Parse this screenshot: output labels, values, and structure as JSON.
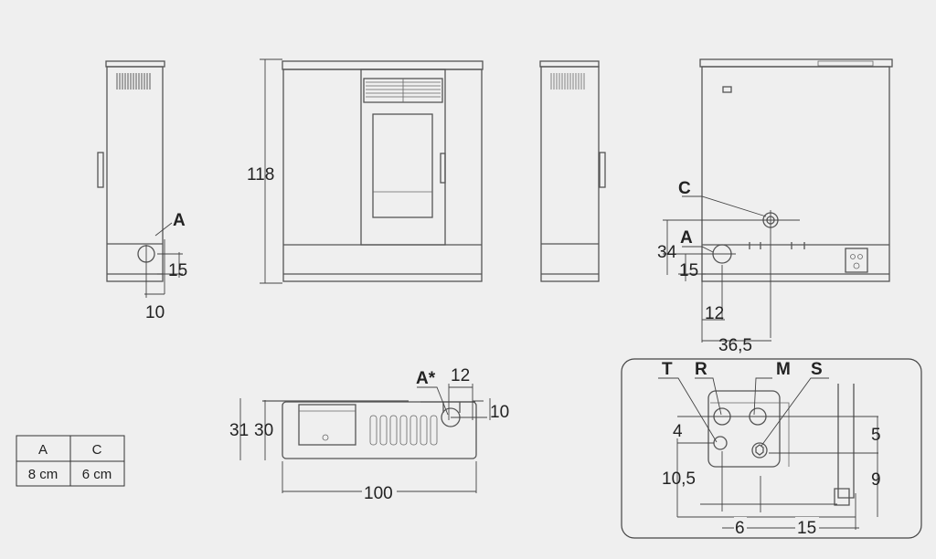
{
  "side_view_left": {
    "label_a": "A",
    "dim_height": "15",
    "dim_offset": "10"
  },
  "front_view": {
    "dim_height": "118"
  },
  "rear_view": {
    "label_c": "C",
    "label_a": "A",
    "dim_34": "34",
    "dim_15": "15",
    "dim_12": "12",
    "dim_36_5": "36,5"
  },
  "top_view": {
    "label_a_star": "A*",
    "dim_12": "12",
    "dim_10": "10",
    "dim_31": "31",
    "dim_30": "30",
    "dim_100": "100"
  },
  "diameter_table": {
    "headers": [
      "A",
      "C"
    ],
    "values": [
      "8 cm",
      "6 cm"
    ]
  },
  "detail_view": {
    "labels": [
      "T",
      "R",
      "M",
      "S"
    ],
    "dim_4": "4",
    "dim_10_5": "10,5",
    "dim_5": "5",
    "dim_9": "9",
    "dim_6": "6",
    "dim_15": "15"
  }
}
